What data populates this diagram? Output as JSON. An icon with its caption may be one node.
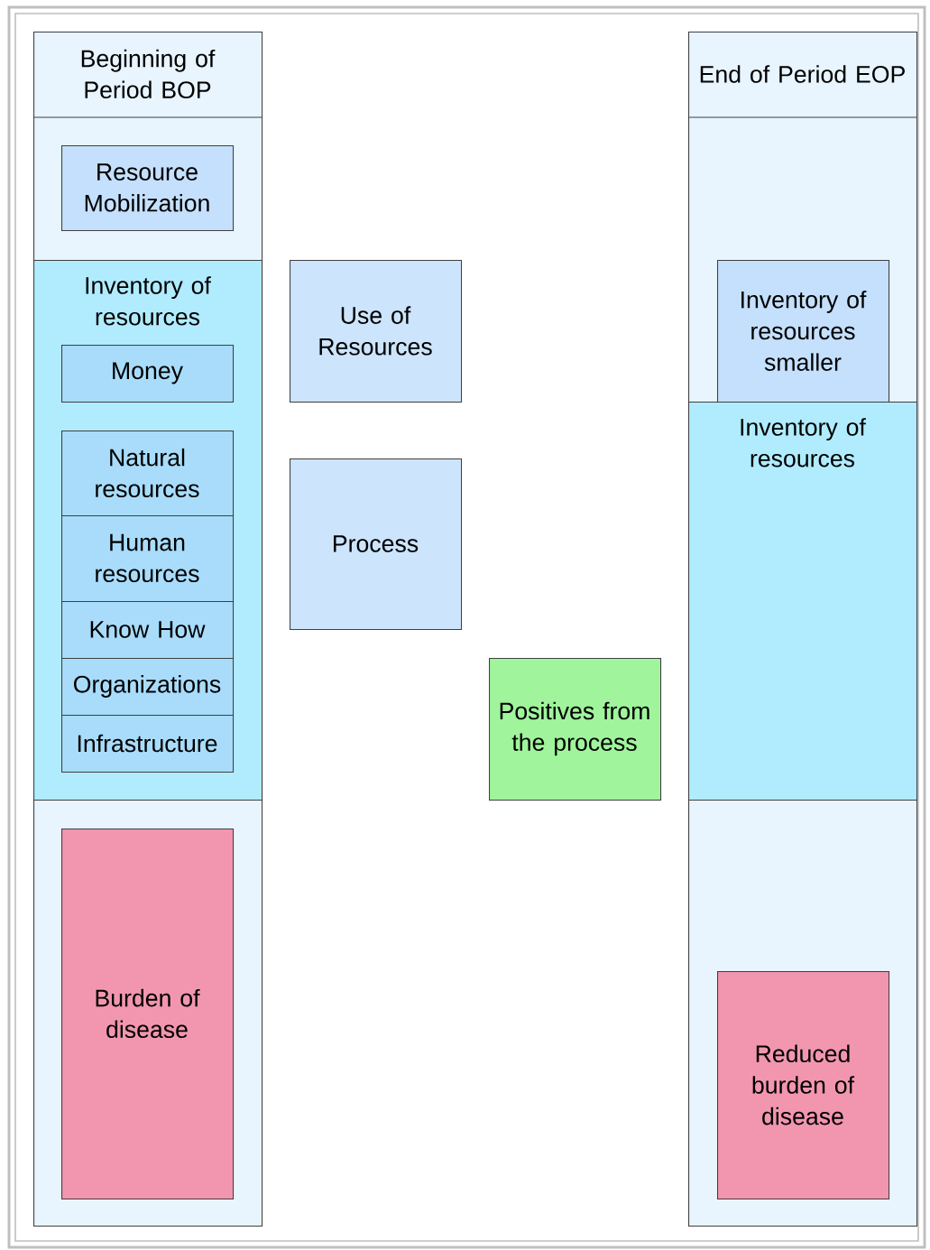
{
  "diagram": {
    "nodes": [
      {
        "text": [
          "Beginning of Period BOP"
        ]
      },
      {
        "text": [
          "Resource Mobilization"
        ],
        "in": 0
      },
      {
        "text": [
          "Inventory of resources"
        ],
        "in": 0
      },
      {
        "text": [
          "Money"
        ],
        "in": 2
      },
      {
        "text": [
          "Natural resources"
        ],
        "in": 2
      },
      {
        "text": [
          "Human resources"
        ],
        "in": 2
      },
      {
        "text": [
          "Know How"
        ],
        "in": 2
      },
      {
        "text": [
          "Organizations"
        ],
        "in": 2
      },
      {
        "text": [
          "Infrastructure"
        ],
        "in": 2
      },
      {
        "text": [
          "Burden of disease"
        ],
        "in": 0
      },
      {
        "text": [
          "Use of Resources"
        ]
      },
      {
        "text": [
          "Process"
        ]
      },
      {
        "text": [
          "Positives from the process"
        ]
      },
      {
        "text": [
          "End of Period EOP"
        ]
      },
      {
        "text": [
          "Inventory of resources smaller"
        ],
        "in": 13
      },
      {
        "text": [
          "Inventory of resources"
        ],
        "in": 13
      },
      {
        "text": [
          "Reduced burden of disease"
        ],
        "in": 13
      }
    ]
  }
}
